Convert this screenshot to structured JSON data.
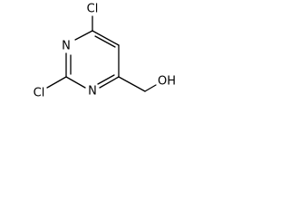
{
  "molecule": {
    "atoms": {
      "cl_top": "Cl",
      "cl_bottom": "Cl",
      "n_upper": "N",
      "n_lower": "N",
      "hydroxyl": "OH"
    }
  },
  "colors": {
    "bond": "#000000",
    "label": "#000000",
    "background": "#ffffff"
  }
}
